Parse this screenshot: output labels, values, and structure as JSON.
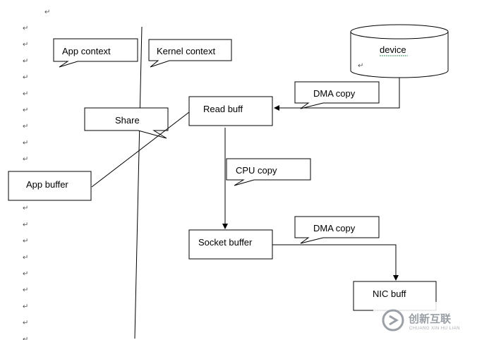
{
  "diagram": {
    "top_mark": "↵",
    "margin_mark": "↵",
    "app_context": "App context",
    "kernel_context": "Kernel context",
    "device": "device",
    "device_mark": "↵",
    "read_buff": "Read buff",
    "share": "Share",
    "app_buffer": "App buffer",
    "dma_copy_1": "DMA copy",
    "cpu_copy": "CPU copy",
    "socket_buffer": "Socket buffer",
    "dma_copy_2": "DMA copy",
    "nic_buff": "NIC buff"
  },
  "watermark": {
    "brand_cn": "创新互联",
    "brand_pinyin": "CHUANG XIN HU LIAN"
  },
  "colors": {
    "line": "#000000",
    "watermark_gray": "#9aa0a6",
    "spellcheck_underline": "#2e8b57"
  }
}
